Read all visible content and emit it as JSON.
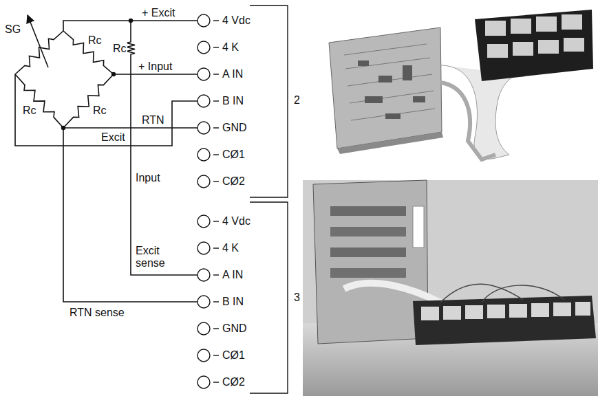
{
  "diagram": {
    "labels": [
      "SG",
      "Rc",
      "Rc",
      "Rc",
      "Rc",
      "+ Excit",
      "+ Input",
      "Excit",
      "RTN",
      "Input",
      "Excit sense",
      "RTN sense",
      "4 Vdc",
      "4 K",
      "A IN",
      "B IN",
      "GND",
      "CØ1",
      "CØ2",
      "4 Vdc",
      "4 K",
      "A IN",
      "B IN",
      "GND",
      "CØ1",
      "CØ2",
      "2",
      "3"
    ]
  }
}
